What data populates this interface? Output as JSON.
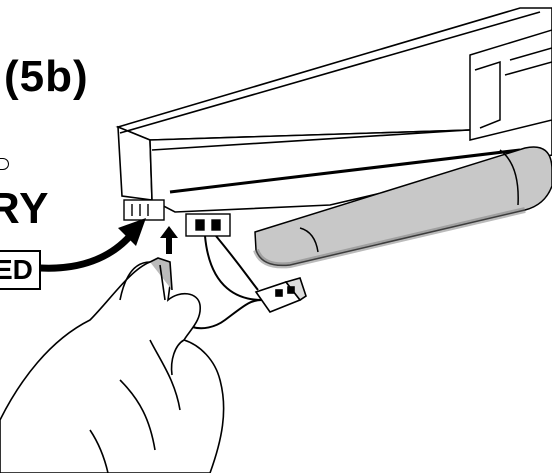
{
  "step_label": "(5b)",
  "partial_word": "RY",
  "boxed_label": "ED",
  "colors": {
    "ink": "#000000",
    "paper": "#ffffff",
    "tube": "#c8c8c8",
    "tube_shade": "#a9a9a9"
  },
  "icons": [
    "arrow-icon",
    "up-arrow-icon",
    "hand-icon",
    "connector-plug-icon",
    "battery-tube-icon"
  ]
}
